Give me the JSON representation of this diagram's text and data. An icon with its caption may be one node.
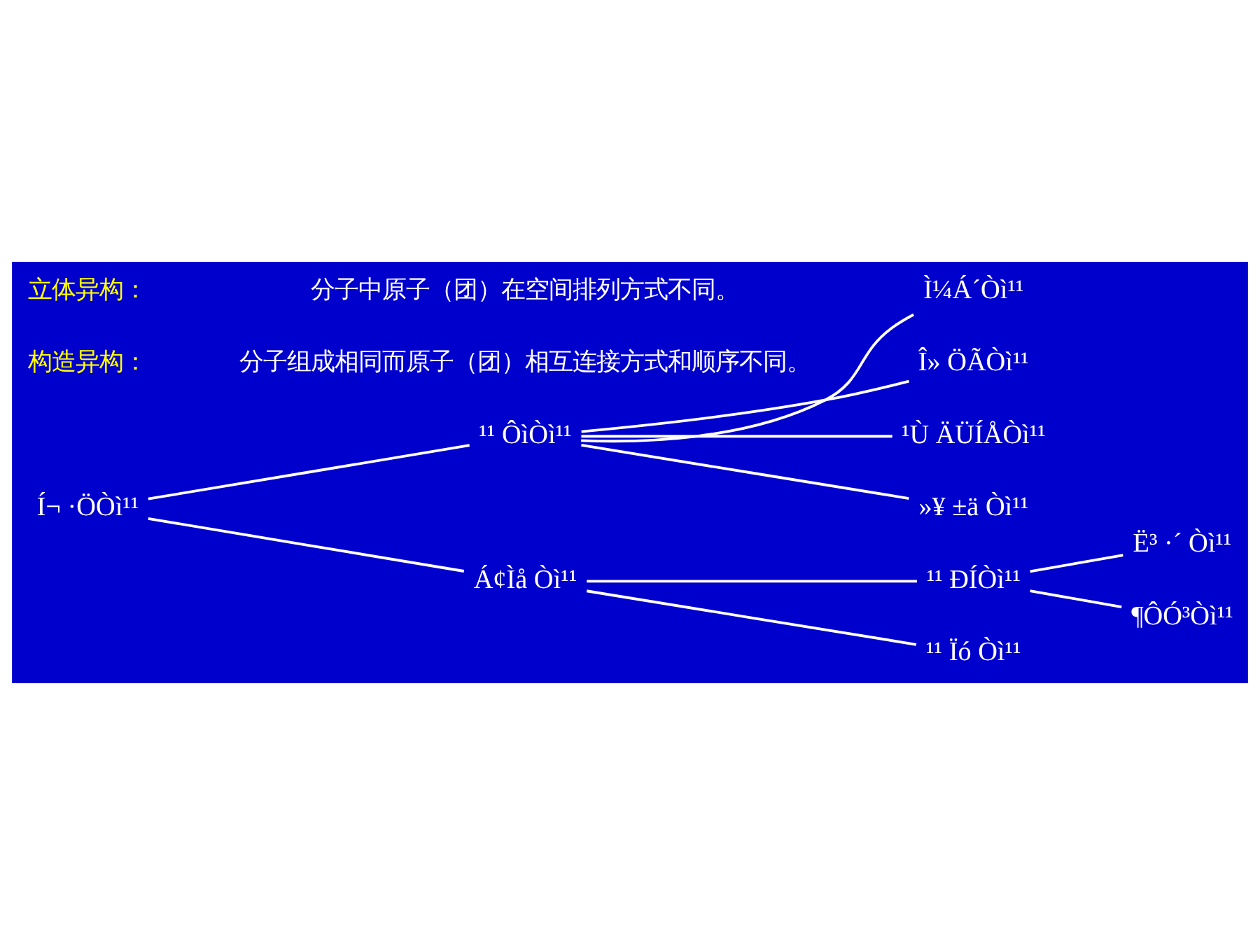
{
  "diagram": {
    "nodes": [
      {
        "text": [
          "Í¬ ·ÖÒì¹¹"
        ]
      },
      {
        "text": [
          "¹¹ ÔìÒì¹¹"
        ]
      },
      {
        "text": [
          "Á¢Ìå Òì¹¹"
        ]
      },
      {
        "text": [
          "Ì¼Á´Òì¹¹"
        ]
      },
      {
        "text": [
          "Î» ÖÃÒì¹¹"
        ]
      },
      {
        "text": [
          "¹Ù ÄÜÍÅÒì¹¹"
        ]
      },
      {
        "text": [
          "»¥ ±ä Òì¹¹"
        ]
      },
      {
        "text": [
          "¹¹ ÐÍÒì¹¹"
        ]
      },
      {
        "text": [
          "¹¹ Ïó Òì¹¹"
        ]
      },
      {
        "text": [
          "Ë³ ·´ Òì¹¹"
        ]
      },
      {
        "text": [
          "¶ÔÓ³Òì¹¹"
        ]
      }
    ],
    "edges": [
      {
        "from": 0,
        "to": 1,
        "arrow": "none"
      },
      {
        "from": 0,
        "to": 2,
        "arrow": "none"
      },
      {
        "from": 1,
        "to": 3,
        "arrow": "none"
      },
      {
        "from": 1,
        "to": 4,
        "arrow": "none"
      },
      {
        "from": 1,
        "to": 5,
        "arrow": "none"
      },
      {
        "from": 1,
        "to": 6,
        "arrow": "none"
      },
      {
        "from": 2,
        "to": 7,
        "arrow": "none"
      },
      {
        "from": 2,
        "to": 8,
        "arrow": "none"
      },
      {
        "from": 7,
        "to": 9,
        "arrow": "none"
      },
      {
        "from": 7,
        "to": 10,
        "arrow": "none"
      }
    ],
    "labels": [
      "构造异构：",
      "分子组成相同而原子（团）相互连接方式和顺序不同。",
      "立体异构：",
      "分子中原子（团）在空间排列方式不同。"
    ]
  }
}
